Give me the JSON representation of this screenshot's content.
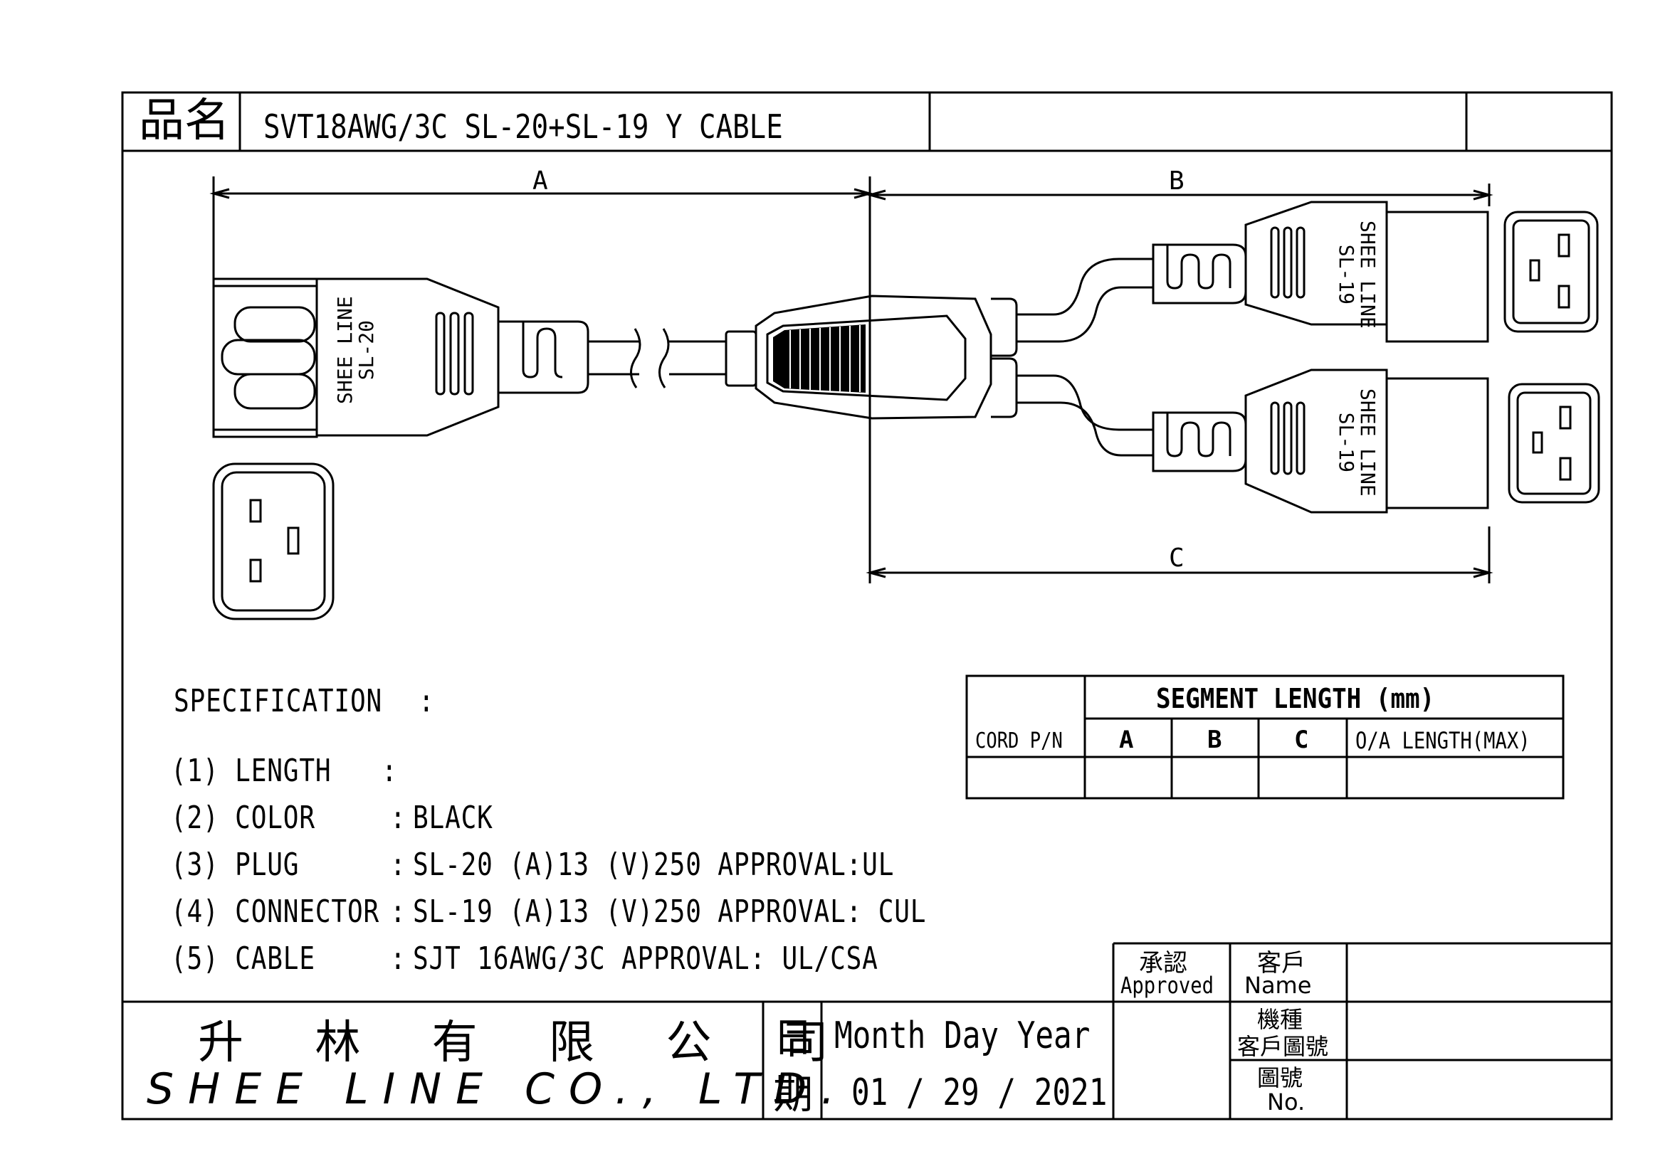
{
  "title_block": {
    "product_label": "品名",
    "product_name": "SVT18AWG/3C SL-20+SL-19 Y CABLE"
  },
  "drawing": {
    "dim_a": "A",
    "dim_b": "B",
    "dim_c": "C",
    "plug_brand": "SHEE LINE",
    "plug_model": "SL-20",
    "connector_brand": "SHEE LINE",
    "connector_model": "SL-19"
  },
  "specification": {
    "heading": "SPECIFICATION",
    "heading_colon": ":",
    "rows": [
      {
        "label": "(1) LENGTH",
        "sep": ":",
        "value": ""
      },
      {
        "label": "(2) COLOR",
        "sep": ":",
        "value": "BLACK"
      },
      {
        "label": "(3) PLUG",
        "sep": ":",
        "value": "SL-20 (A)13 (V)250   APPROVAL:UL"
      },
      {
        "label": "(4) CONNECTOR",
        "sep": ":",
        "value": "SL-19 (A)13 (V)250    APPROVAL: CUL"
      },
      {
        "label": "(5) CABLE",
        "sep": ":",
        "value": "SJT 16AWG/3C   APPROVAL: UL/CSA"
      }
    ]
  },
  "segment_table": {
    "title": "SEGMENT LENGTH (mm)",
    "cord_pn": "CORD P/N",
    "col_a": "A",
    "col_b": "B",
    "col_c": "C",
    "col_oa": "O/A LENGTH(MAX)"
  },
  "footer": {
    "company_cn": "升 林 有 限 公 司",
    "company_en": "SHEE LINE CO., LTD.",
    "date_char_1": "日",
    "date_char_2": "期",
    "date_label": "Month Day Year",
    "date_value": "01 / 29 / 2021",
    "approved_cn": "承認",
    "approved_en": "Approved",
    "customer_cn": "客戶",
    "customer_en": "Name",
    "model_cn": "機種",
    "customer_drawing_cn": "客戶圖號",
    "drawing_no_cn": "圖號",
    "drawing_no_en": "No."
  }
}
